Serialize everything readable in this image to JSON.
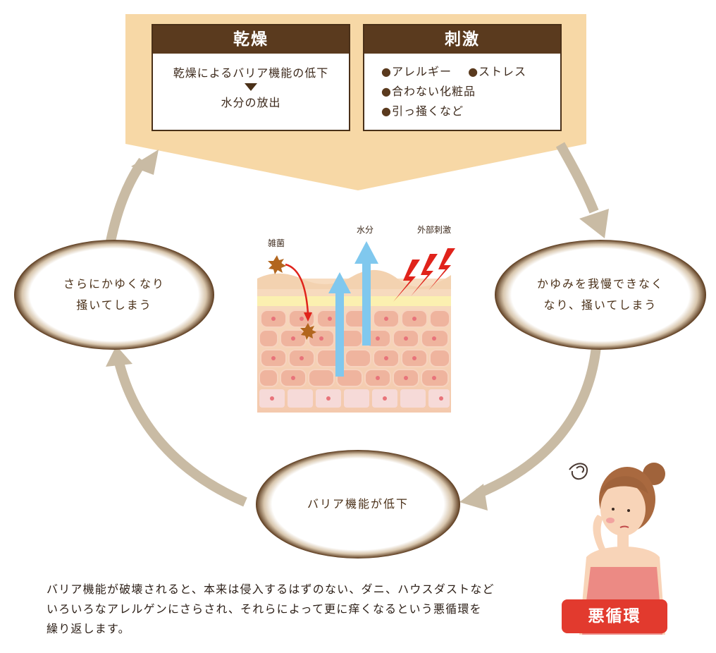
{
  "top_panel": {
    "dryness": {
      "title": "乾燥",
      "line1": "乾燥によるバリア機能の低下",
      "line2": "水分の放出"
    },
    "stimulus": {
      "title": "刺激",
      "items": [
        "アレルギー",
        "ストレス",
        "合わない化粧品",
        "引っ掻くなど"
      ]
    }
  },
  "cycle": {
    "right_node": [
      "かゆみを我慢できなく",
      "なり、掻いてしまう"
    ],
    "bottom_node": "バリア機能が低下",
    "left_node": [
      "さらにかゆくなり",
      "掻いてしまう"
    ]
  },
  "illustration": {
    "label_bacteria": "雑菌",
    "label_water": "水分",
    "label_stimulus": "外部刺激"
  },
  "caption": [
    "バリア機能が破壊されると、本来は侵入するはずのない、ダニ、ハウスダストなど",
    "いろいろなアレルゲンにさらされ、それらによって更に痒くなるという悪循環を",
    "繰り返します。"
  ],
  "badge": "悪循環",
  "colors": {
    "panel_bg": "#f7d8a6",
    "header_brown": "#5a3a1e",
    "arrow": "#c9bba4",
    "badge_red": "#e23a2e"
  }
}
